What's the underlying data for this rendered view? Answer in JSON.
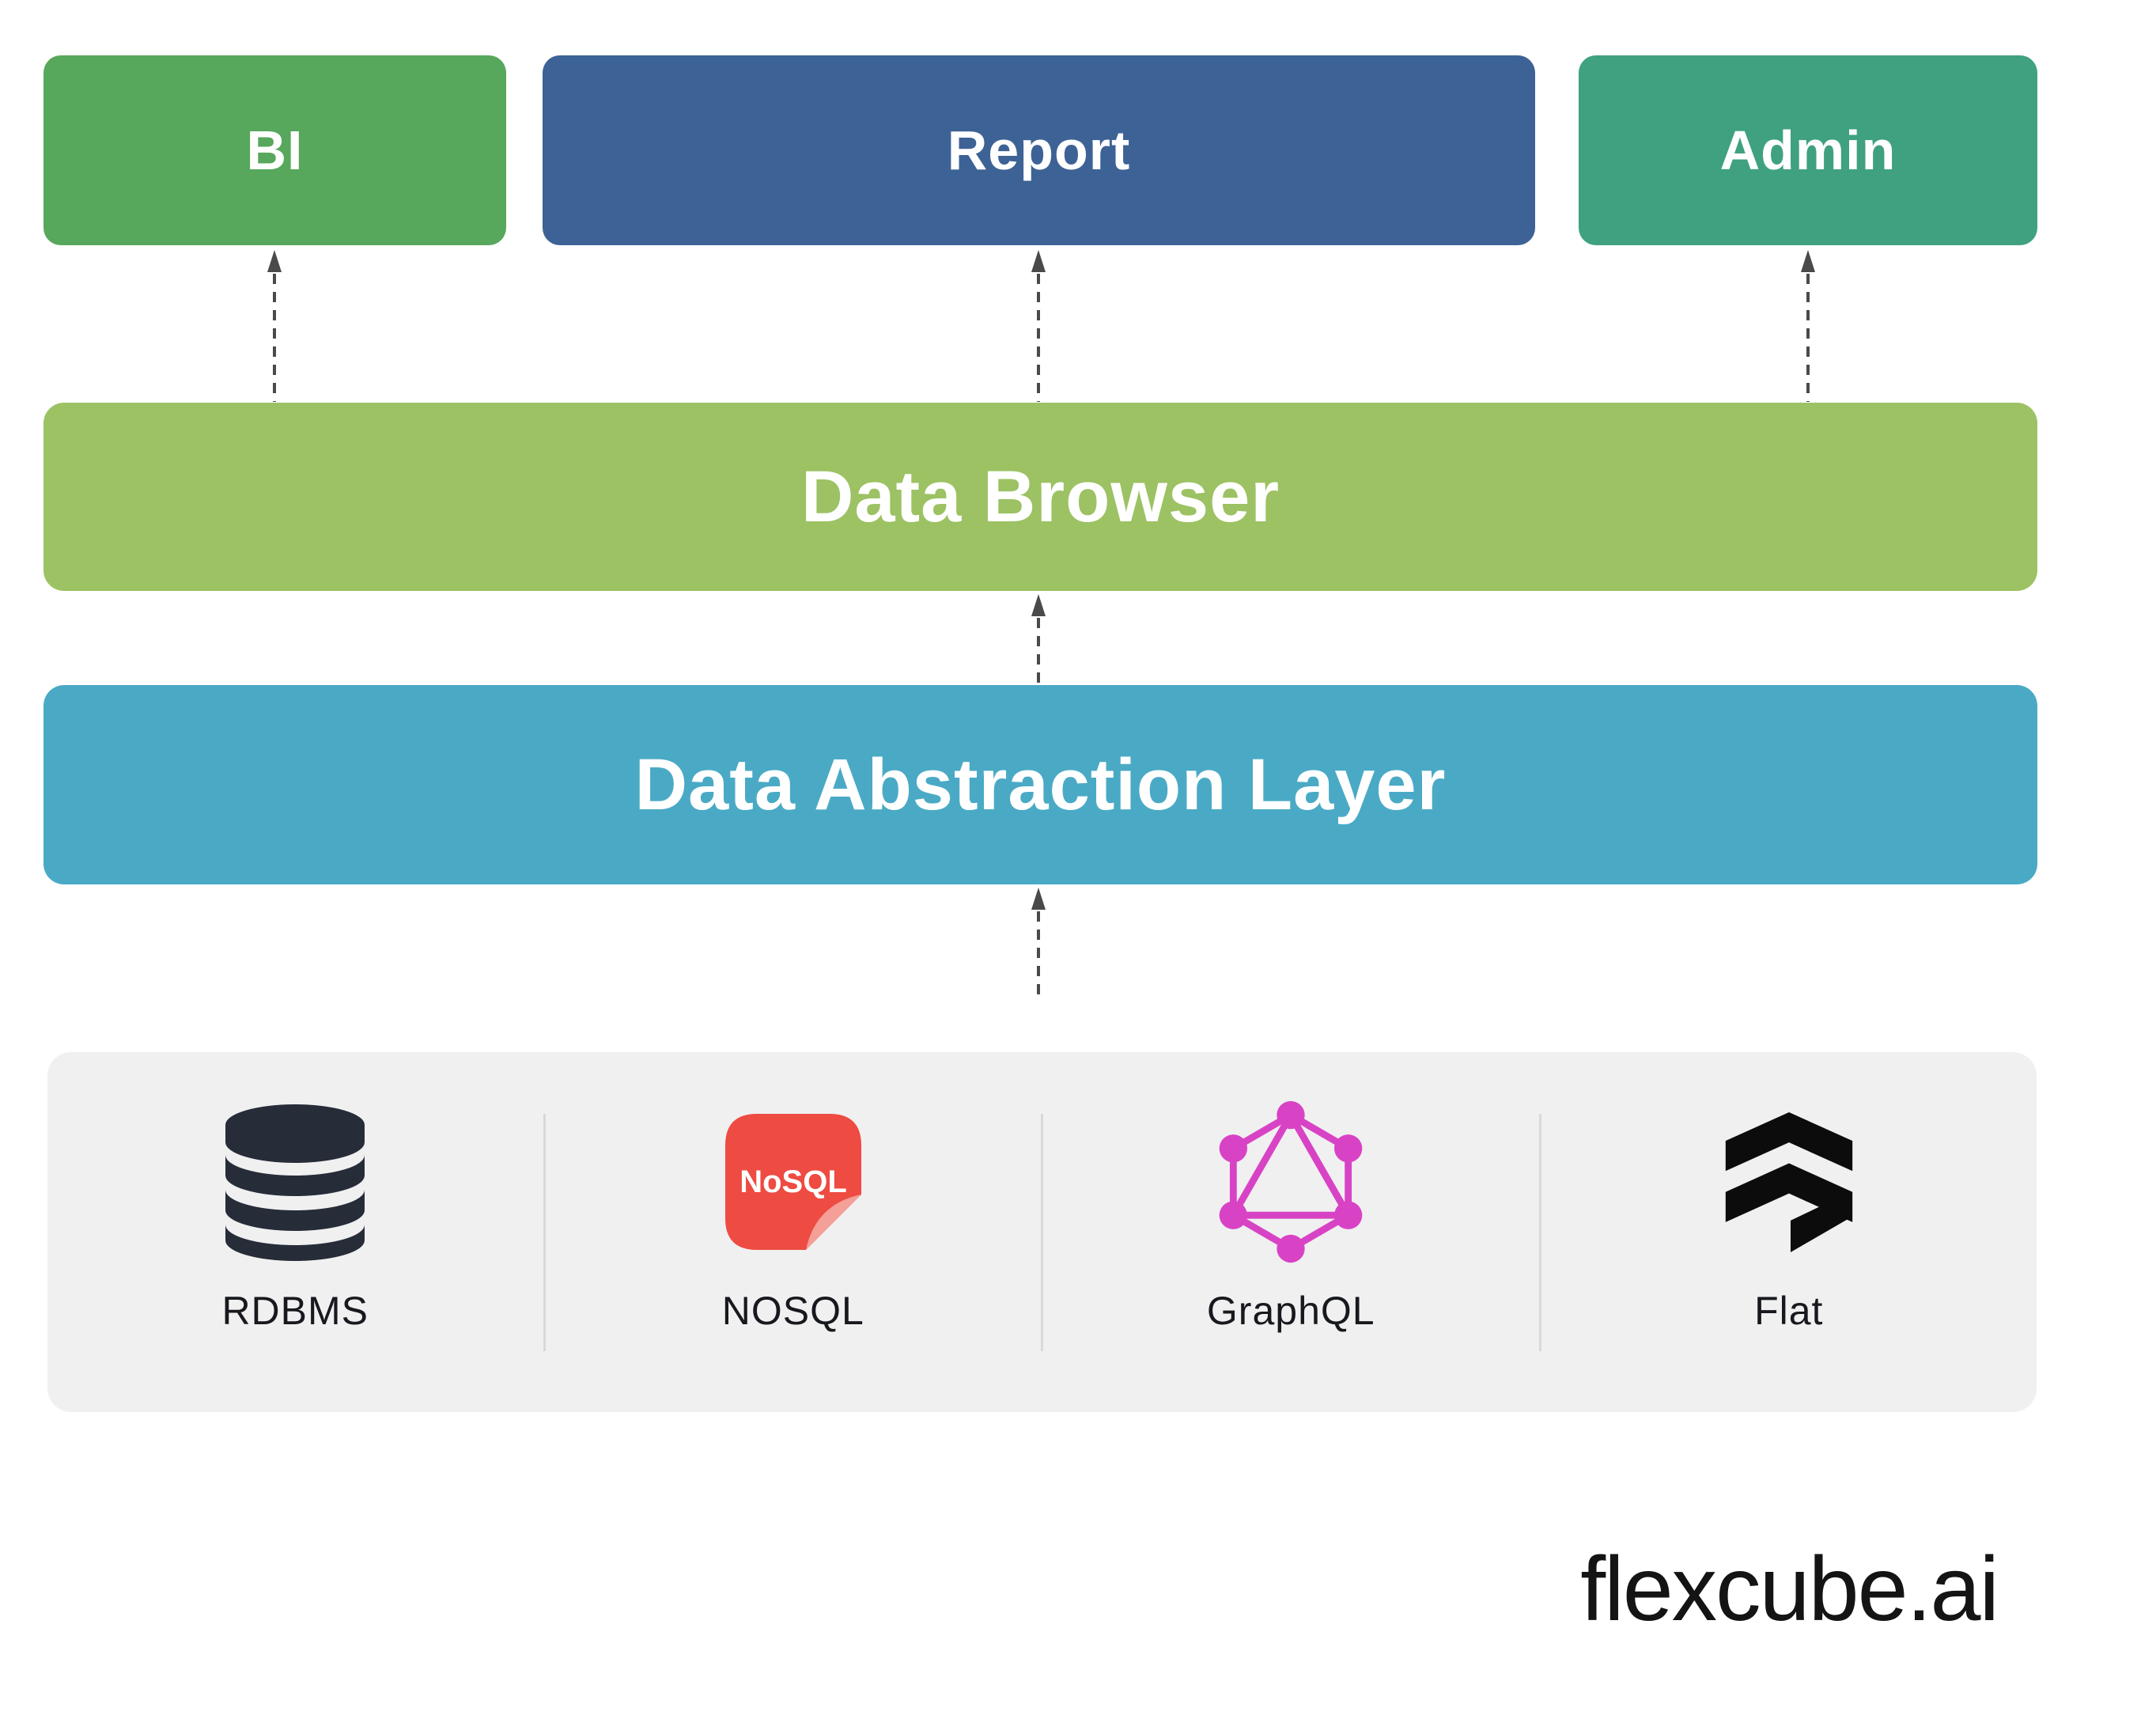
{
  "diagram": {
    "top_boxes": [
      {
        "label": "BI"
      },
      {
        "label": "Report"
      },
      {
        "label": "Admin"
      }
    ],
    "layers": {
      "data_browser": {
        "label": "Data Browser"
      },
      "data_abstraction": {
        "label": "Data Abstraction Layer"
      }
    },
    "data_sources": [
      {
        "label": "RDBMS",
        "icon": "database-icon"
      },
      {
        "label": "NOSQL",
        "icon": "nosql-document-icon",
        "icon_text": "NoSQL"
      },
      {
        "label": "GraphQL",
        "icon": "graphql-icon"
      },
      {
        "label": "Flat",
        "icon": "flat-file-icon"
      }
    ],
    "branding": {
      "logo_text": "flexcube.ai"
    }
  },
  "colors": {
    "bi_green": "#57a75c",
    "report_blue": "#3d6295",
    "admin_teal": "#3fa17f",
    "data_browser_green": "#9cc263",
    "data_abstraction_teal": "#4aaac5",
    "panel_gray": "#f0f0f1",
    "divider_gray": "#d9d9da",
    "rdbms_icon_dark": "#262c38",
    "nosql_red": "#ee4b42",
    "nosql_fold_pink": "#f49f98",
    "graphql_pink": "#d843c5",
    "flat_black": "#0c0c0c",
    "arrow_gray": "#4a4a4a",
    "label_dark": "#17191e",
    "logo_black": "#141414"
  }
}
